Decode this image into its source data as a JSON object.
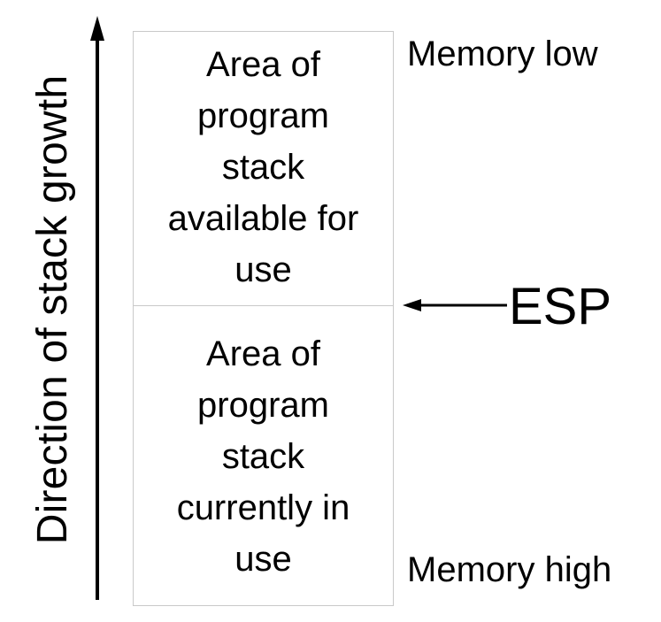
{
  "diagram": {
    "axis_label": "Direction of stack growth",
    "blocks": [
      {
        "label": "Area of\nprogram\nstack\navailable for\nuse"
      },
      {
        "label": "Area of\nprogram\nstack\ncurrently in\nuse"
      }
    ],
    "memory_low_label": "Memory low",
    "memory_high_label": "Memory high",
    "pointer_label": "ESP"
  },
  "colors": {
    "text": "#000000",
    "box_border": "#c9c9c9",
    "background": "#ffffff"
  }
}
